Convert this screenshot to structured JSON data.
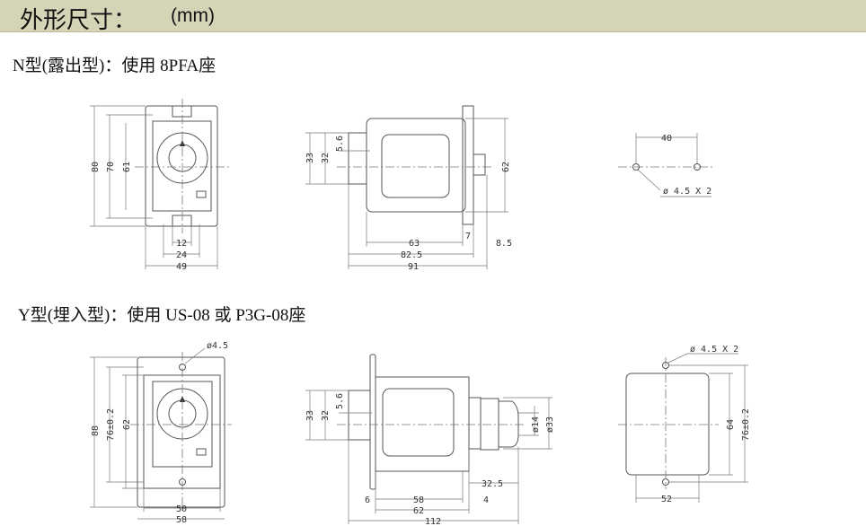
{
  "header": {
    "title": "外形尺寸：",
    "unit": "(mm)"
  },
  "section_n": {
    "title": "N型(露出型)：使用 8PFA座",
    "front": {
      "d80": "80",
      "d70": "70",
      "d61": "61",
      "d12": "12",
      "d24": "24",
      "d49": "49"
    },
    "side": {
      "d33": "33",
      "d32": "32",
      "d56": "5.6",
      "d62": "62",
      "d63": "63",
      "d7": "7",
      "d85": "8.5",
      "d825": "82.5",
      "d91": "91"
    },
    "cutout": {
      "d40": "40",
      "hole": "ø 4.5 X 2"
    }
  },
  "section_y": {
    "title": "Y型(埋入型)：使用 US-08 或 P3G-08座",
    "front": {
      "d88": "88",
      "d76": "76±0.2",
      "d62": "62",
      "hole": "ø4.5",
      "d50": "50",
      "d58": "58"
    },
    "side": {
      "d33": "33",
      "d32": "32",
      "d56": "5.6",
      "d14": "ø14",
      "dia33": "ø33",
      "d325": "32.5",
      "d6": "6",
      "d58": "58",
      "d4": "4",
      "d62": "62",
      "d112": "112"
    },
    "cutout": {
      "hole": "ø 4.5 X 2",
      "d64": "64",
      "d76": "76±0.2",
      "d52": "52"
    }
  }
}
